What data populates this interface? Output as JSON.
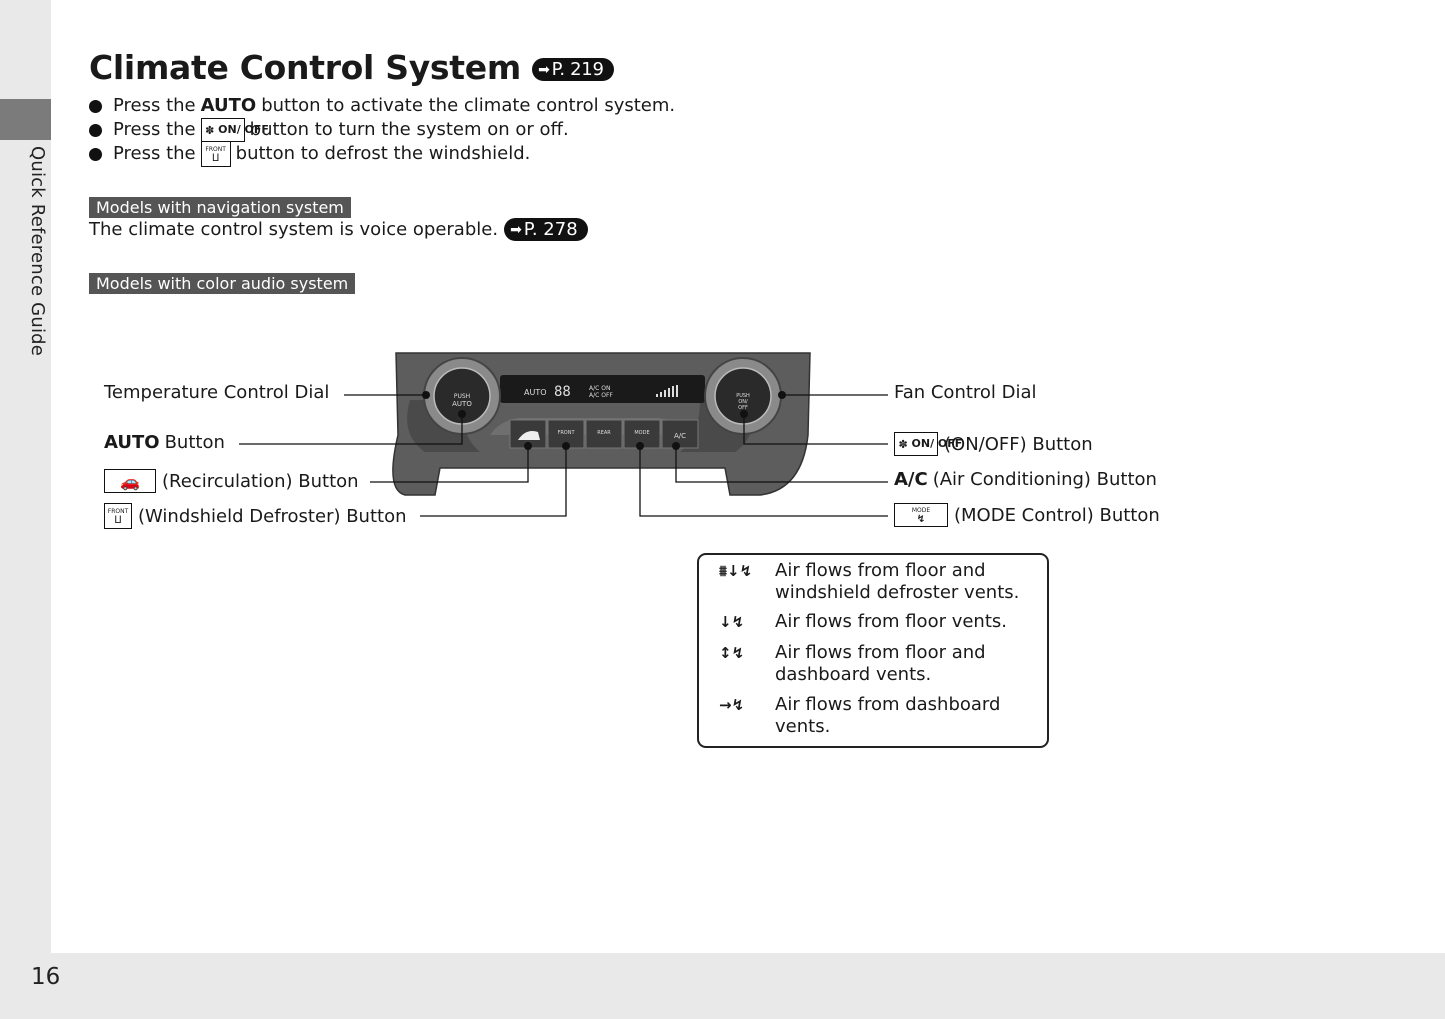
{
  "side_tab": "Quick Reference Guide",
  "page_number": "16",
  "title": "Climate Control System",
  "title_ref": "P. 219",
  "bullets": [
    {
      "pre": "Press the",
      "bold": "AUTO",
      "post": "button to activate the climate control system."
    },
    {
      "pre": "Press the",
      "icon": "fan-on-off-icon",
      "icon_text": "ON/ OFF",
      "post": "button to turn the system on or off."
    },
    {
      "pre": "Press the",
      "icon": "front-defrost-icon",
      "icon_text": "FRONT",
      "post": "button to defrost the windshield."
    }
  ],
  "nav_chip": "Models with navigation system",
  "voice_text": "The climate control system is voice operable.",
  "voice_ref": "P. 278",
  "color_chip": "Models with color audio system",
  "callouts": {
    "temp_dial": "Temperature Control Dial",
    "auto_bold": "AUTO",
    "auto_rest": "Button",
    "recirc": "(Recirculation) Button",
    "defrost": "(Windshield Defroster) Button",
    "fan_dial": "Fan Control Dial",
    "onoff": "(ON/OFF) Button",
    "ac_bold": "A/C",
    "ac_rest": "(Air Conditioning) Button",
    "mode": "(MODE Control) Button"
  },
  "panel_text": {
    "push_auto_1": "PUSH",
    "push_auto_2": "AUTO",
    "push_onoff_1": "PUSH",
    "push_onoff_2": "ON/",
    "push_onoff_3": "OFF",
    "display_auto": "AUTO",
    "display_temp": "88",
    "display_ac_on": "A/C ON",
    "display_ac_off": "A/C OFF",
    "btn_front": "FRONT",
    "btn_rear": "REAR",
    "btn_mode": "MODE",
    "btn_ac": "A/C"
  },
  "icon_text": {
    "on_off": "ON/ OFF",
    "front": "FRONT",
    "mode": "MODE"
  },
  "legend": [
    {
      "icon": "floor-defrost-airflow-icon",
      "text": "Air flows from floor and windshield defroster vents."
    },
    {
      "icon": "floor-airflow-icon",
      "text": "Air flows from floor vents."
    },
    {
      "icon": "floor-dashboard-airflow-icon",
      "text": "Air flows from floor and dashboard vents."
    },
    {
      "icon": "dashboard-airflow-icon",
      "text": "Air flows from dashboard vents."
    }
  ]
}
